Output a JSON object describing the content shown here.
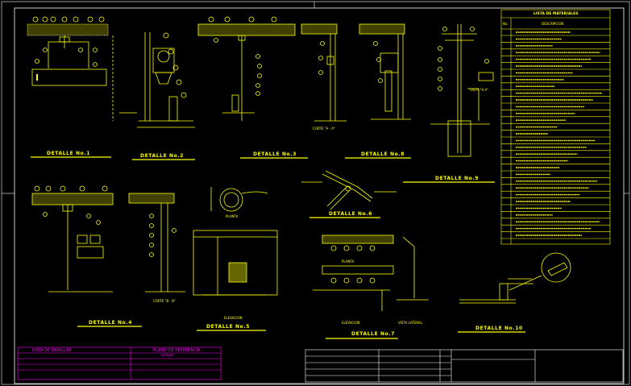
{
  "details": {
    "d1": "DETALLE No.1",
    "d2": "DETALLE No.2",
    "d3": "DETALLE No.3",
    "d4": "DETALLE No.4",
    "d5": "DETALLE No.5",
    "d6": "DETALLE No.6",
    "d7": "DETALLE No.7",
    "d8": "DETALLE No.8",
    "d9": "DETALLE No.9",
    "d10": "DETALLE No.10",
    "section_aa": "CORTE \"A - A\"",
    "section_bb": "CORTE \"B - B\"",
    "vista_a": "VISTA \"A-A\"",
    "planta": "PLANTA",
    "elevacion": "ELEVACION",
    "planta2": "PLANTA",
    "elevacion2": "ELEVACION",
    "vista_lateral": "VISTA LATERAL"
  },
  "materials_table": {
    "title": "LISTA DE MATERIALES",
    "col_no": "No.",
    "col_desc": "DESCRIPCION"
  },
  "legend": {
    "title": "LISTA DE DANILLOS",
    "plano": "PLANO DE REFERENCIA",
    "sub": "NOMBRE"
  },
  "colors": {
    "drawing": "#ffff00",
    "frame": "#ffffff",
    "legend": "#ff00ff",
    "background": "#000000"
  }
}
